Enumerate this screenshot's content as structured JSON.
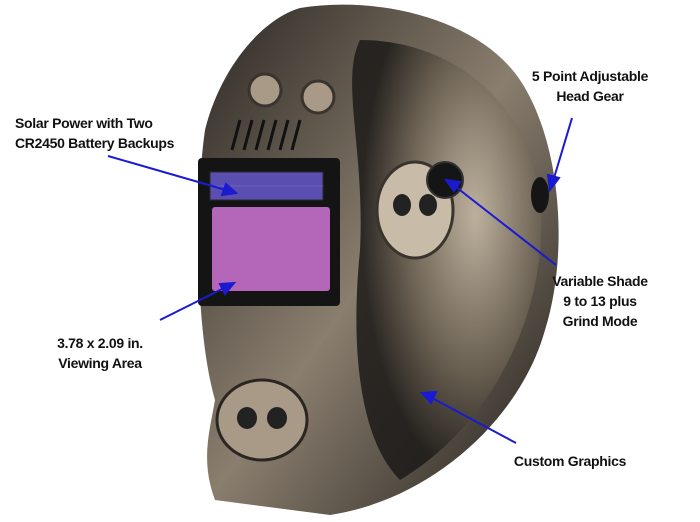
{
  "callouts": {
    "solar": {
      "line1": "Solar Power with Two",
      "line2": "CR2450 Battery Backups"
    },
    "headgear": {
      "line1": "5 Point Adjustable",
      "line2": "Head Gear"
    },
    "shade": {
      "line1": "Variable Shade",
      "line2": "9 to 13 plus",
      "line3": "Grind Mode"
    },
    "viewing": {
      "line1": "3.78 x 2.09 in.",
      "line2": "Viewing Area"
    },
    "graphics": {
      "line1": "Custom Graphics"
    }
  },
  "colors": {
    "arrow": "#1a1ad0",
    "lens": "#b466b8",
    "solar": "#5a4fb0",
    "shell_dark": "#1c1a18",
    "shell_light": "#b8ab98"
  }
}
